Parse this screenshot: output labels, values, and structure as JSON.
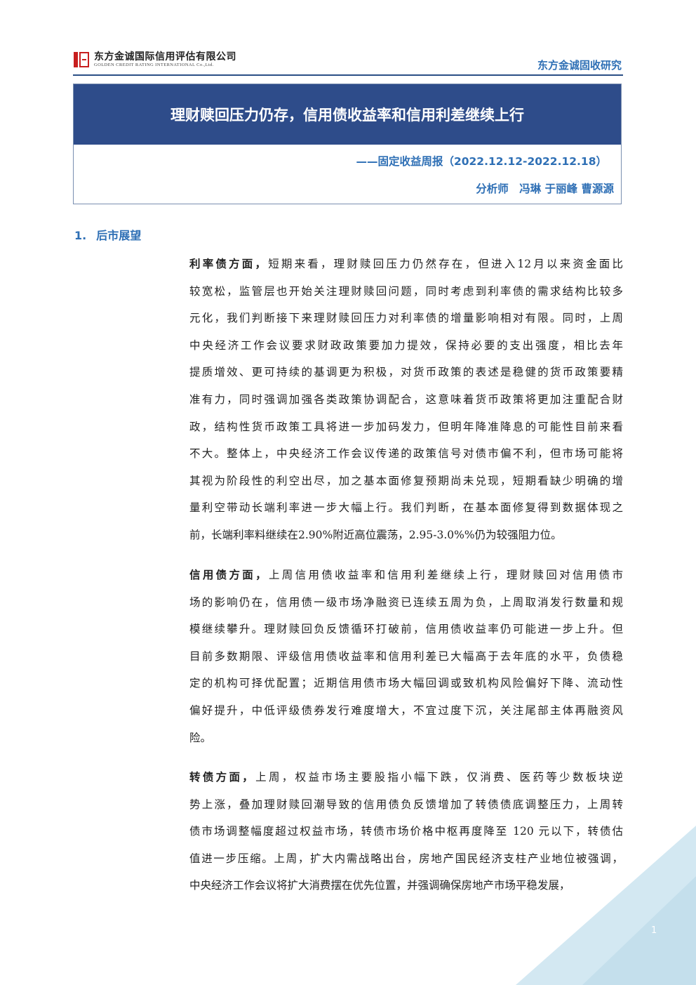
{
  "header": {
    "logo_cn": "东方金诚国际信用评估有限公司",
    "logo_en": "GOLDEN CREDIT RATING INTERNATIONAL Co.,Ltd.",
    "brand": "东方金诚固收研究"
  },
  "title_box": {
    "title": "理财赎回压力仍存，信用债收益率和信用利差继续上行",
    "subtitle": "——固定收益周报（2022.12.12-2022.12.18）",
    "authors": "分析师　冯琳 于丽峰 曹源源"
  },
  "section": {
    "number": "1.",
    "title": "后市展望"
  },
  "paragraphs": [
    {
      "lead": "利率债方面，",
      "lines": [
        "短期来看，理财赎回压力仍然存在，但进入12月以来资金面比",
        "较宽松，监管层也开始关注理财赎回问题，同时考虑到利率债的需求结构比较多",
        "元化，我们判断接下来理财赎回压力对利率债的增量影响相对有限。同时，上周",
        "中央经济工作会议要求财政政策要加力提效，保持必要的支出强度，相比去年",
        "提质增效、更可持续的基调更为积极，对货币政策的表述是稳健的货币政策要精",
        "准有力，同时强调加强各类政策协调配合，这意味着货币政策将更加注重配合财",
        "政，结构性货币政策工具将进一步加码发力，但明年降准降息的可能性目前来看",
        "不大。整体上，中央经济工作会议传递的政策信号对债市偏不利，但市场可能将",
        "其视为阶段性的利空出尽，加之基本面修复预期尚未兑现，短期看缺少明确的增",
        "量利空带动长端利率进一步大幅上行。我们判断，在基本面修复得到数据体现之",
        "前，长端利率料继续在2.90%附近高位震荡，2.95-3.0%%仍为较强阻力位。"
      ]
    },
    {
      "lead": "信用债方面，",
      "lines": [
        "上周信用债收益率和信用利差继续上行，理财赎回对信用债市",
        "场的影响仍在，信用债一级市场净融资已连续五周为负，上周取消发行数量和规",
        "模继续攀升。理财赎回负反馈循环打破前，信用债收益率仍可能进一步上升。但",
        "目前多数期限、评级信用债收益率和信用利差已大幅高于去年底的水平，负债稳",
        "定的机构可择优配置；近期信用债市场大幅回调或致机构风险偏好下降、流动性",
        "偏好提升，中低评级债券发行难度增大，不宜过度下沉，关注尾部主体再融资风",
        "险。"
      ]
    },
    {
      "lead": "转债方面，",
      "lines": [
        "上周，权益市场主要股指小幅下跌，仅消费、医药等少数板块逆",
        "势上涨，叠加理财赎回潮导致的信用债负反馈增加了转债债底调整压力，上周转",
        "债市场调整幅度超过权益市场，转债市场价格中枢再度降至 120 元以下，转债估",
        "值进一步压缩。上周，扩大内需战略出台，房地产国民经济支柱产业地位被强调，",
        "中央经济工作会议将扩大消费摆在优先位置，并强调确保房地产市场平稳发展，"
      ]
    }
  ],
  "page_number": "1",
  "colors": {
    "title_band": "#2e4c8a",
    "accent_blue": "#2e6fb5",
    "logo_red": "#c81e1e",
    "corner_light": "#d3e8f2"
  }
}
